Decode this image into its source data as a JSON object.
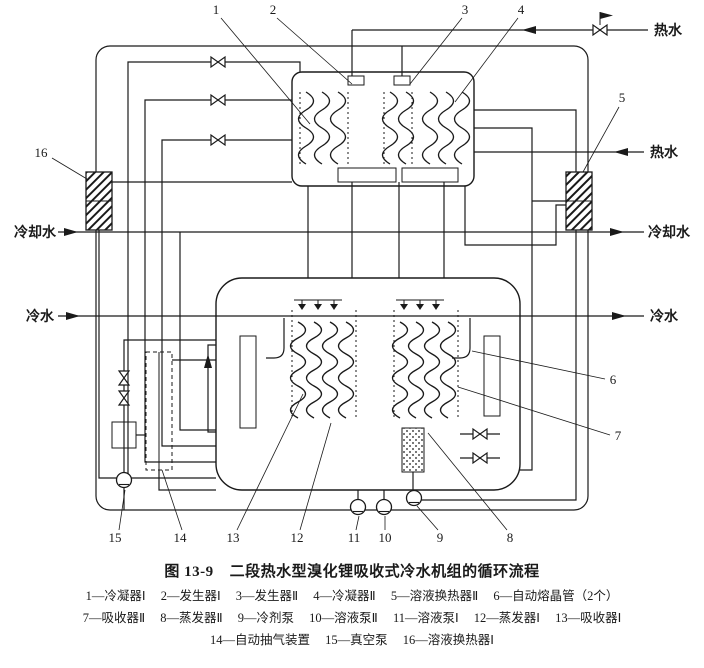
{
  "colors": {
    "ink": "#1a1a1a",
    "background": "#ffffff"
  },
  "water_labels": {
    "hot_water_top": "热水",
    "hot_water_right": "热水",
    "cooling_water_left": "冷却水",
    "cooling_water_right": "冷却水",
    "cold_water_left": "冷水",
    "cold_water_right": "冷水"
  },
  "callouts": {
    "c1": "1",
    "c2": "2",
    "c3": "3",
    "c4": "4",
    "c5": "5",
    "c6": "6",
    "c7": "7",
    "c8": "8",
    "c9": "9",
    "c10": "10",
    "c11": "11",
    "c12": "12",
    "c13": "13",
    "c14": "14",
    "c15": "15",
    "c16": "16"
  },
  "caption": {
    "figure_label": "图 13-9",
    "figure_title": "二段热水型溴化锂吸收式冷水机组的循环流程"
  },
  "legend": {
    "row1": [
      "1—冷凝器Ⅰ",
      "2—发生器Ⅰ",
      "3—发生器Ⅱ",
      "4—冷凝器Ⅱ",
      "5—溶液换热器Ⅱ",
      "6—自动熔晶管（2个）"
    ],
    "row2": [
      "7—吸收器Ⅱ",
      "8—蒸发器Ⅱ",
      "9—冷剂泵",
      "10—溶液泵Ⅱ",
      "11—溶液泵Ⅰ",
      "12—蒸发器Ⅰ",
      "13—吸收器Ⅰ"
    ],
    "row3": [
      "14—自动抽气装置",
      "15—真空泵",
      "16—溶液换热器Ⅰ"
    ]
  }
}
